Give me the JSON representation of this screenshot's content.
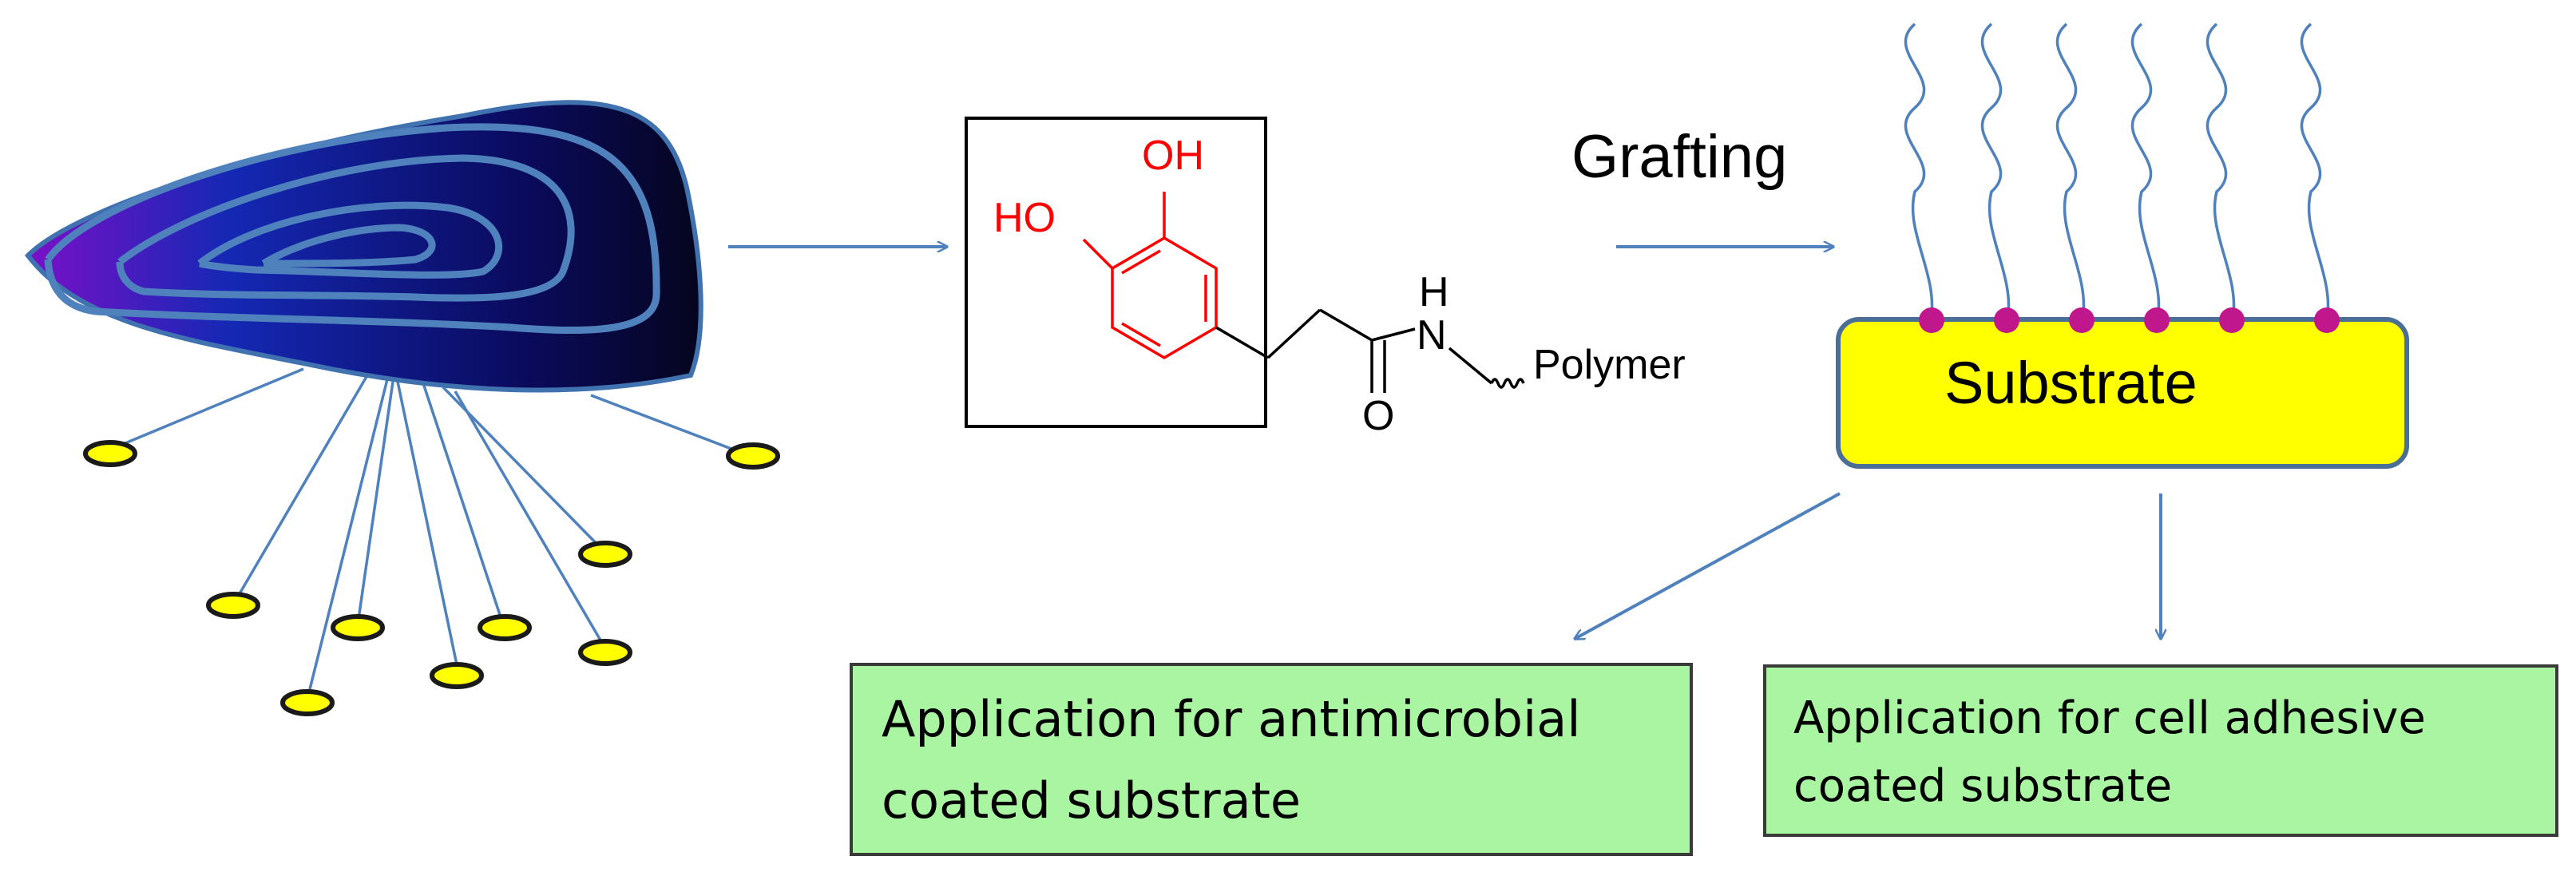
{
  "labels": {
    "grafting": "Grafting",
    "substrate": "Substrate",
    "polymer": "Polymer",
    "oh_top": "OH",
    "ho_left": "HO",
    "h_atom": "H",
    "n_atom": "N",
    "o_atom": "O"
  },
  "applications": {
    "antimicrobial_line1": "Application for antimicrobial",
    "antimicrobial_line2": "coated substrate",
    "cell_adhesive_line1": "Application for cell adhesive",
    "cell_adhesive_line2": "coated substrate"
  },
  "colors": {
    "arrow": "#4f81bd",
    "substrate_fill": "#ffff00",
    "application_fill": "#a9f5a1",
    "catechol": "#ff0000",
    "anchor_dots": "#c0188c",
    "mussel_dark": "#0a0a3a",
    "mussel_mid": "#1428b4",
    "mussel_accent": "#7a10c8"
  }
}
